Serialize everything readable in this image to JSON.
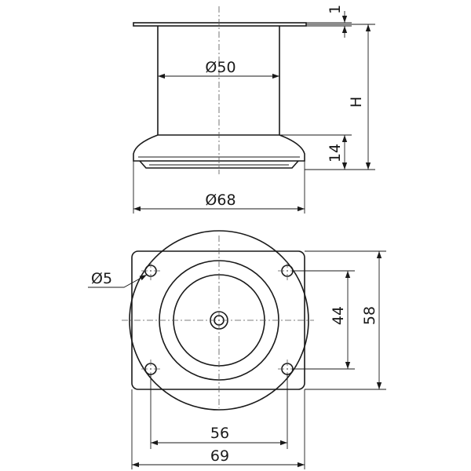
{
  "dimensions": {
    "top_thickness": "1",
    "height": "H",
    "base_height": "14",
    "tube_diameter": "Ø50",
    "base_diameter": "Ø68",
    "hole_diameter": "Ø5",
    "hole_spacing_vertical": "44",
    "plate_height": "58",
    "hole_spacing_horizontal": "56",
    "plate_width": "69"
  }
}
